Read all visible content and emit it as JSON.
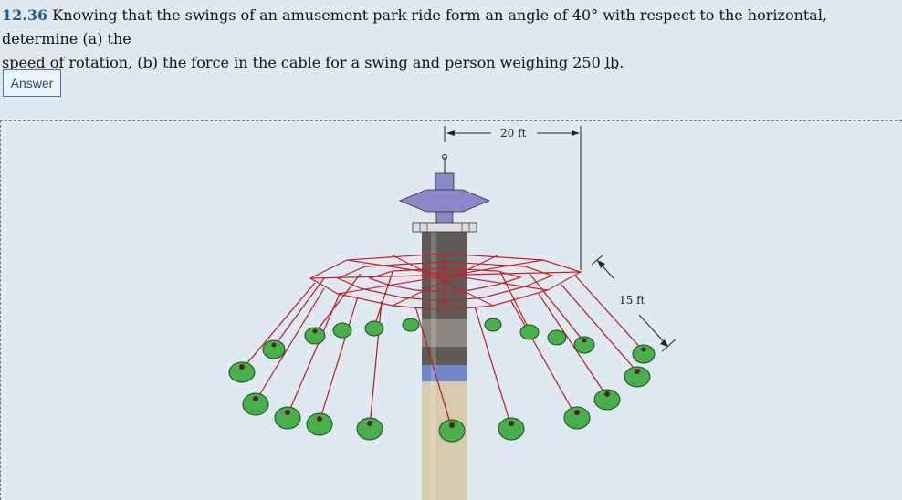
{
  "problem": {
    "number": "12.36",
    "line1": "Knowing that the swings of an amusement park ride form an angle of 40° with respect to the horizontal, determine (a) the",
    "line2_pre": "speed of rotation, (b) the force in the cable for a swing and person weighing 250 ",
    "unit": "lb",
    "line2_post": "."
  },
  "answer_button": {
    "label": "Answer"
  },
  "figure": {
    "dim_top": "20 ft",
    "dim_side": "15 ft",
    "colors": {
      "tower_dark": "#5a5550",
      "tower_light": "#d8cbb0",
      "canopy": "#8d86c9",
      "cables": "#c8202a",
      "seats": "#47b04a"
    }
  }
}
